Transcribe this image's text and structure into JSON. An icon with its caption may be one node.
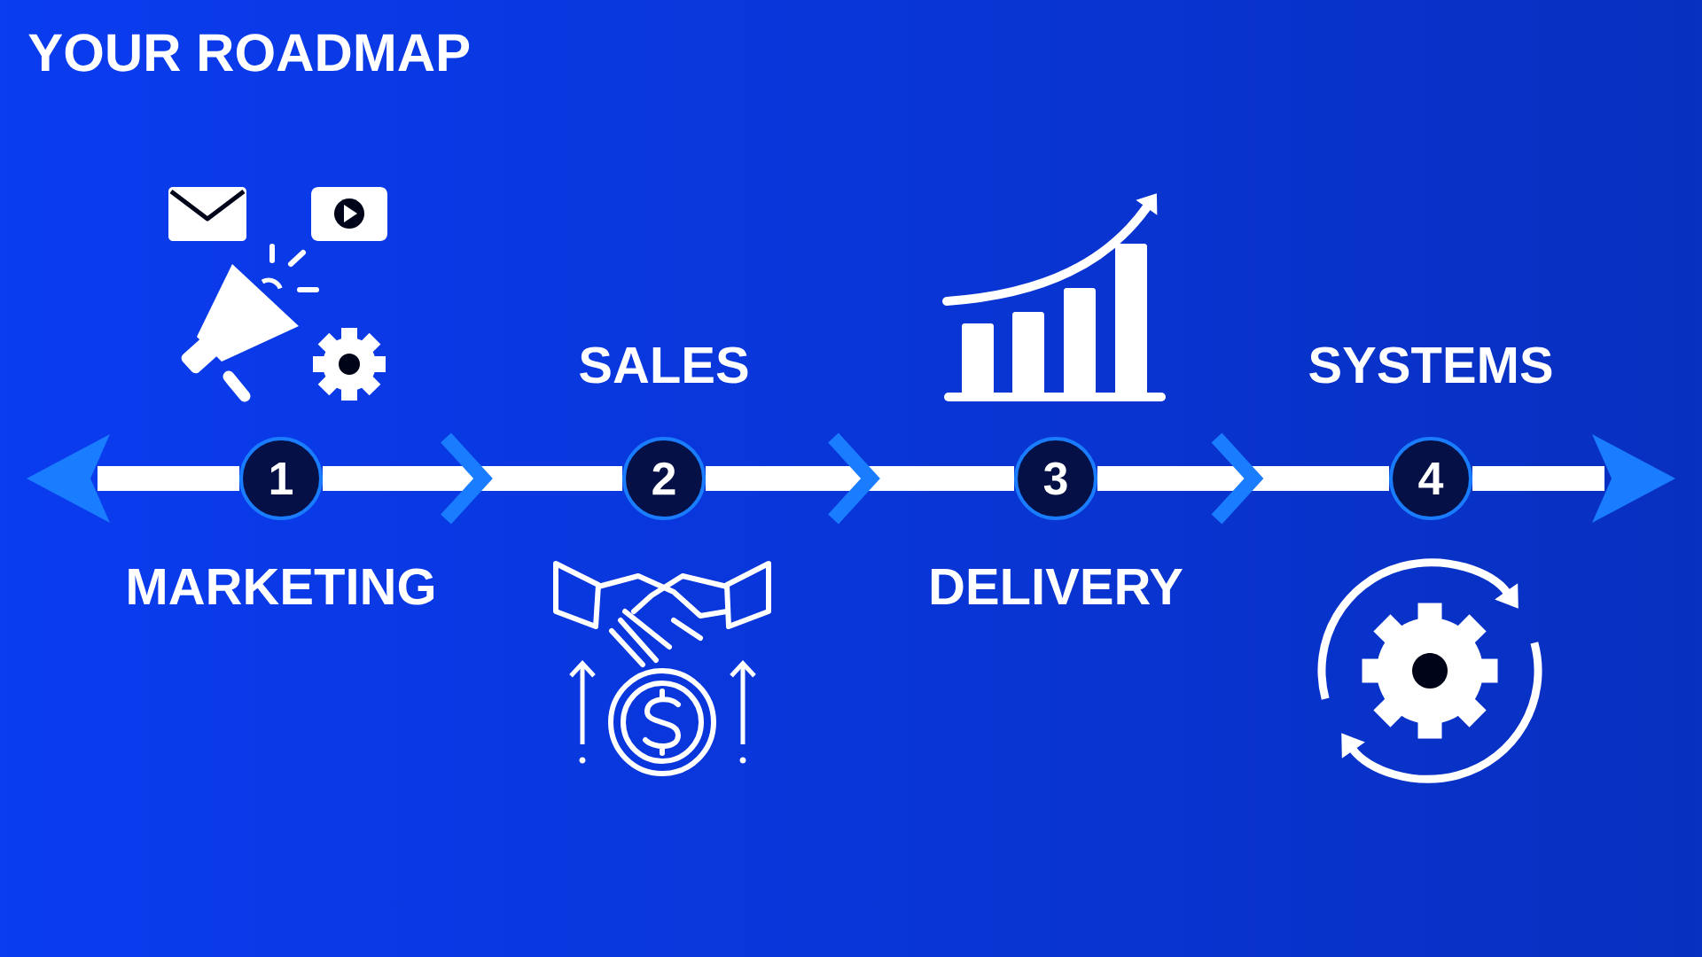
{
  "diagram": {
    "title": "YOUR ROADMAP",
    "nodes": [
      {
        "text": [
          "1"
        ],
        "beside": [
          "MARKETING"
        ]
      },
      {
        "text": [
          "2"
        ],
        "beside": [
          "SALES"
        ]
      },
      {
        "text": [
          "3"
        ],
        "beside": [
          "DELIVERY"
        ]
      },
      {
        "text": [
          "4"
        ],
        "beside": [
          "SYSTEMS"
        ]
      }
    ],
    "edges": [
      {
        "from": 0,
        "to": null,
        "arrow": "to"
      },
      {
        "from": 0,
        "to": 1,
        "arrow": "to"
      },
      {
        "from": 1,
        "to": 2,
        "arrow": "to"
      },
      {
        "from": 2,
        "to": 3,
        "arrow": "to"
      },
      {
        "from": 3,
        "to": null,
        "arrow": "to"
      }
    ]
  }
}
